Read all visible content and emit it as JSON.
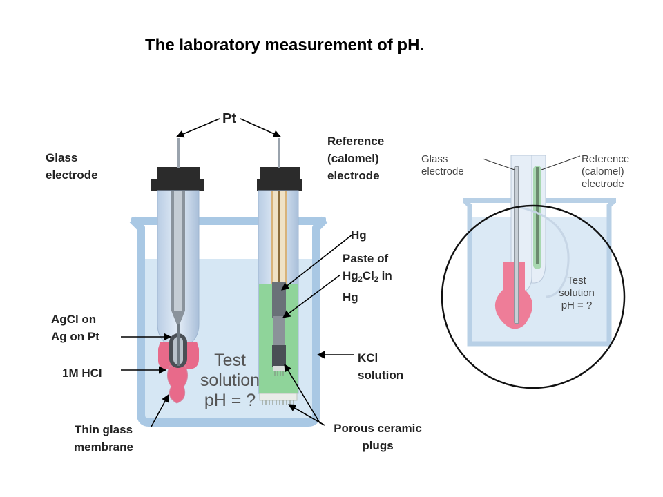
{
  "title": "The laboratory measurement of pH.",
  "labels": {
    "pt": "Pt",
    "glass_l1": "Glass",
    "glass_l2": "electrode",
    "ref_l1": "Reference",
    "ref_l2": "(calomel)",
    "ref_l3": "electrode",
    "hg": "Hg",
    "paste_l1": "Paste of",
    "paste_hg": "Hg",
    "paste_sub2a": "2",
    "paste_cl": "Cl",
    "paste_sub2b": "2",
    "paste_in": " in",
    "paste_l3": "Hg",
    "agcl_l1": "AgCl on",
    "agcl_l2": "Ag on Pt",
    "hcl": "1M HCl",
    "kcl_l1": "KCl",
    "kcl_l2": "solution",
    "thin_l1": "Thin glass",
    "thin_l2": "membrane",
    "porous_l1": "Porous ceramic",
    "porous_l2": "plugs",
    "test_l1": "Test",
    "test_l2": "solution",
    "test_l3": "pH = ?"
  },
  "inset": {
    "glass_l1": "Glass",
    "glass_l2": "electrode",
    "ref_l1": "Reference",
    "ref_l2": "(calomel)",
    "ref_l3": "electrode",
    "test_l1": "Test",
    "test_l2": "solution",
    "test_l3": "pH = ?"
  },
  "colors": {
    "beaker": "#a9c8e4",
    "solution": "#d6e7f4",
    "hcl_pink": "#e86a8a",
    "kcl_green": "#8fd49a",
    "cap": "#2b2b2b"
  }
}
